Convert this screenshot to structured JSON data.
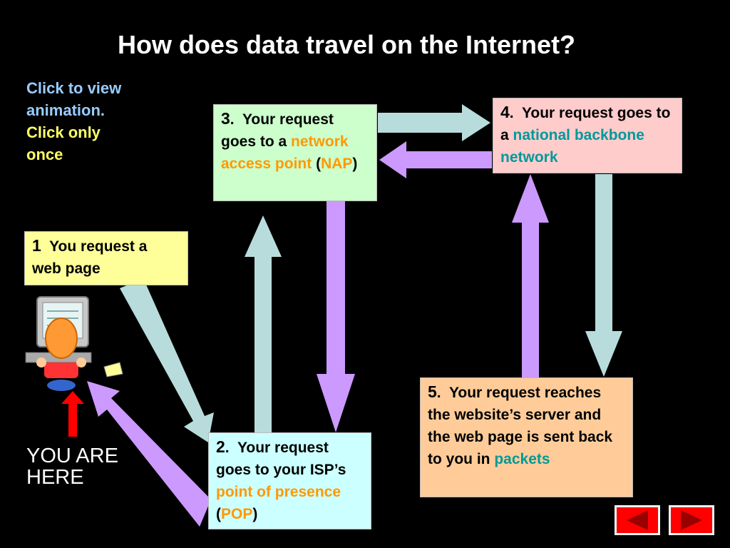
{
  "slide": {
    "title": "How does data travel on the Internet?",
    "hint_line1": "Click to view animation.",
    "hint_line2": "Click only once",
    "you_are_here": "YOU ARE HERE"
  },
  "steps": [
    {
      "num": "1",
      "sep": "",
      "parts": [
        {
          "t": "You request a web page",
          "c": "black"
        }
      ]
    },
    {
      "num": "2",
      "sep": ".",
      "parts": [
        {
          "t": "Your request goes to your ISP’s ",
          "c": "black"
        },
        {
          "t": "point of presence",
          "c": "orange"
        },
        {
          "t": " (",
          "c": "black"
        },
        {
          "t": "POP",
          "c": "orange"
        },
        {
          "t": ")",
          "c": "black"
        }
      ]
    },
    {
      "num": "3",
      "sep": ".",
      "parts": [
        {
          "t": "Your request goes to a ",
          "c": "black"
        },
        {
          "t": "network access point",
          "c": "orange"
        },
        {
          "t": " (",
          "c": "black"
        },
        {
          "t": "NAP",
          "c": "orange"
        },
        {
          "t": ")",
          "c": "black"
        }
      ]
    },
    {
      "num": "4",
      "sep": ".",
      "parts": [
        {
          "t": "Your request goes to a ",
          "c": "black"
        },
        {
          "t": "national backbone network",
          "c": "teal"
        }
      ]
    },
    {
      "num": "5",
      "sep": ".",
      "parts": [
        {
          "t": "Your request reaches the website’s server  and the web page is sent back to you in ",
          "c": "black"
        },
        {
          "t": "packets",
          "c": "teal"
        }
      ]
    }
  ],
  "colors": {
    "request_arrow": "#b8dcdc",
    "response_arrow": "#cc99ff",
    "box1": "#ffff99",
    "box2": "#ccffff",
    "box3": "#ccffcc",
    "box4": "#ffcccc",
    "box5": "#ffcc99",
    "accent_orange": "#ff9900",
    "accent_teal": "#009999",
    "you_here_arrow": "#ff0000",
    "nav_button": "#ff0000"
  },
  "icons": {
    "user": "person-at-computer-icon",
    "pointer": "red-up-arrow-icon",
    "prev": "previous-slide-icon",
    "next": "next-slide-icon"
  }
}
